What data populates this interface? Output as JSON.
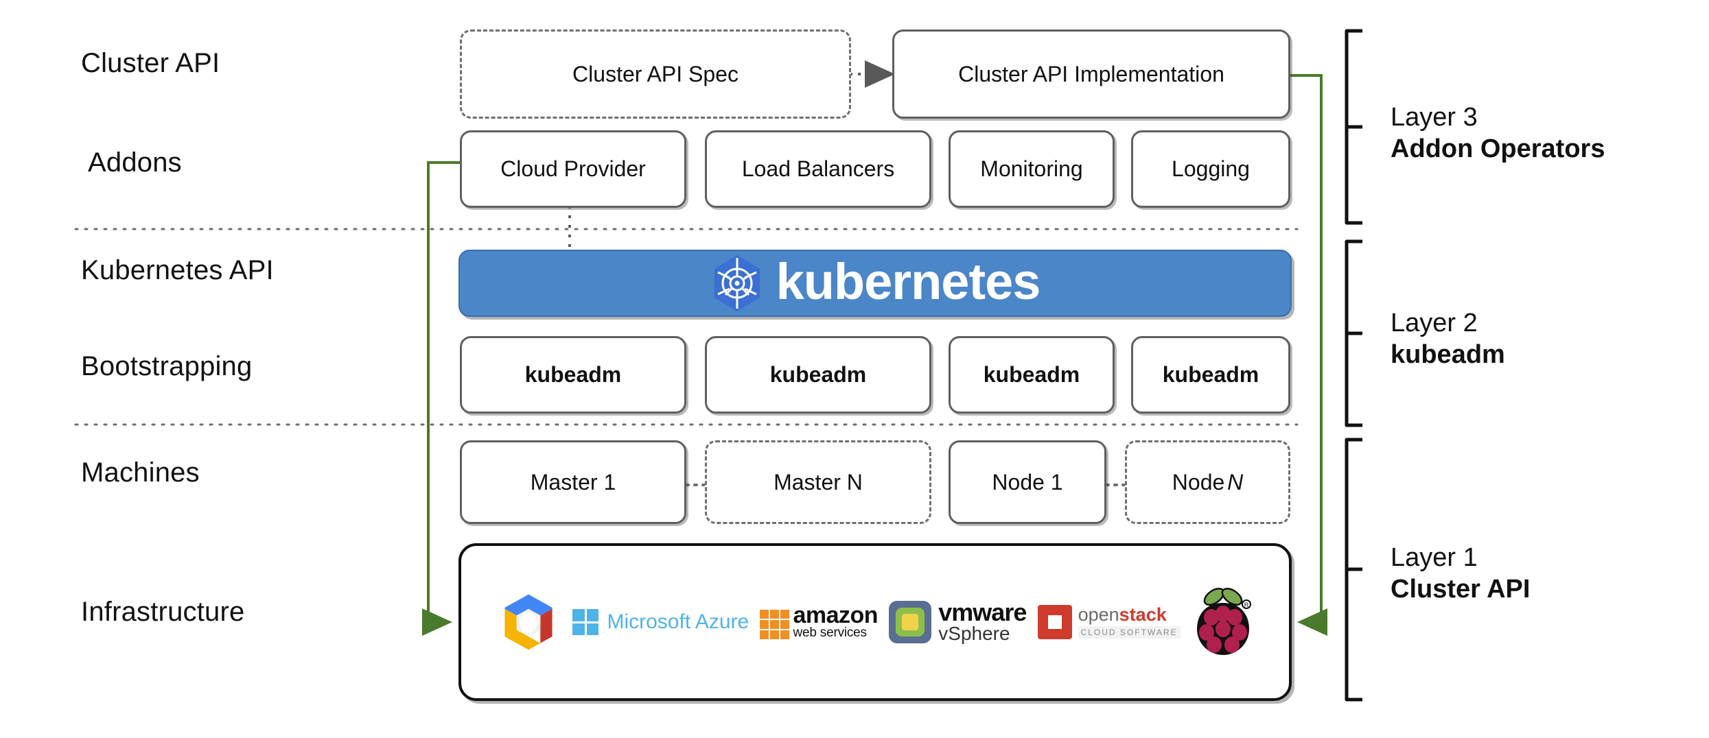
{
  "diagram": {
    "title": "Kubernetes Cluster API layered architecture",
    "colors": {
      "k8s_blue": "#4a86c8",
      "k8s_logo_blue": "#3b6fd4",
      "arrow_green": "#4a7a2b",
      "box_border": "#5f5f5f",
      "infra_border": "#111111"
    }
  },
  "row_labels": [
    {
      "id": "cluster-api",
      "text": "Cluster API"
    },
    {
      "id": "addons",
      "text": "Addons"
    },
    {
      "id": "kubernetes-api",
      "text": "Kubernetes API"
    },
    {
      "id": "bootstrapping",
      "text": "Bootstrapping"
    },
    {
      "id": "machines",
      "text": "Machines"
    },
    {
      "id": "infrastructure",
      "text": "Infrastructure"
    }
  ],
  "cluster_api_row": {
    "spec": {
      "label": "Cluster API Spec",
      "style": "dashed"
    },
    "implementation": {
      "label": "Cluster API Implementation",
      "style": "solid"
    },
    "connector": "dotted-arrow"
  },
  "addons_row": [
    {
      "label": "Cloud Provider"
    },
    {
      "label": "Load Balancers"
    },
    {
      "label": "Monitoring"
    },
    {
      "label": "Logging"
    }
  ],
  "kubernetes_banner": {
    "wordmark": "kubernetes",
    "logo_name": "kubernetes-helm-wheel-icon"
  },
  "bootstrapping_row": [
    {
      "label": "kubeadm"
    },
    {
      "label": "kubeadm"
    },
    {
      "label": "kubeadm"
    },
    {
      "label": "kubeadm"
    }
  ],
  "machines_row": [
    {
      "label": "Master 1",
      "italic_suffix": "",
      "style": "solid"
    },
    {
      "label": "Master N",
      "italic_suffix": "",
      "style": "dashed"
    },
    {
      "label": "Node 1",
      "italic_suffix": "",
      "style": "solid"
    },
    {
      "label": "Node ",
      "italic_suffix": "N",
      "style": "dashed"
    }
  ],
  "infrastructure_logos": [
    {
      "name": "google-cloud-platform-logo",
      "text": ""
    },
    {
      "name": "microsoft-azure-logo",
      "text": "Microsoft Azure"
    },
    {
      "name": "amazon-web-services-logo",
      "text": "amazon",
      "subtext": "web services"
    },
    {
      "name": "vmware-vsphere-logo",
      "text": "vmware",
      "subtext": "vSphere"
    },
    {
      "name": "openstack-logo",
      "text": "openstack",
      "text_accent": "stack",
      "subtext": "CLOUD SOFTWARE"
    },
    {
      "name": "raspberry-pi-logo",
      "text": ""
    }
  ],
  "layers": [
    {
      "id": "layer-3",
      "number": "Layer 3",
      "name": "Addon Operators"
    },
    {
      "id": "layer-2",
      "number": "Layer 2",
      "name": "kubeadm"
    },
    {
      "id": "layer-1",
      "number": "Layer 1",
      "name": "Cluster API"
    }
  ]
}
